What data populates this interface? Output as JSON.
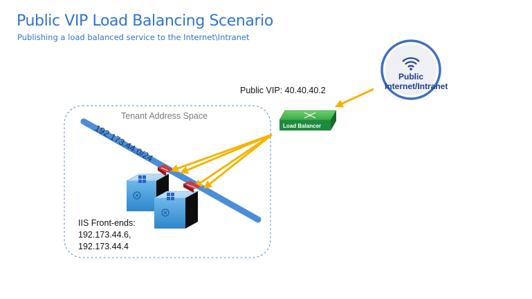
{
  "slide": {
    "title": "Public VIP Load Balancing Scenario",
    "subtitle": "Publishing a load balanced service to the Internet\\Intranet"
  },
  "diagram": {
    "vip_label": "Public VIP: 40.40.40.2",
    "tenant_label": "Tenant Address Space",
    "subnet_label": "192.173.44.0/24",
    "load_balancer_label": "Load Balancer",
    "internet": {
      "line1": "Public",
      "line2": "Internet/Intranet"
    },
    "front_ends": {
      "heading": "IIS Front-ends:",
      "ips": [
        "192.173.44.6,",
        "192.173.44.4"
      ]
    }
  },
  "colors": {
    "title": "#2e75d0",
    "arrow": "#f5b400",
    "subnet_line": "#4a8ed9",
    "load_balancer": "#2e9e4a",
    "internet_circle": "#3e6fc4",
    "internet_text": "#1f3f8a",
    "nic": "#b8282e",
    "server": "#4a9fd8"
  },
  "icons": [
    "wifi-icon",
    "load-balancer-icon",
    "windows-server-icon",
    "nic-icon"
  ]
}
